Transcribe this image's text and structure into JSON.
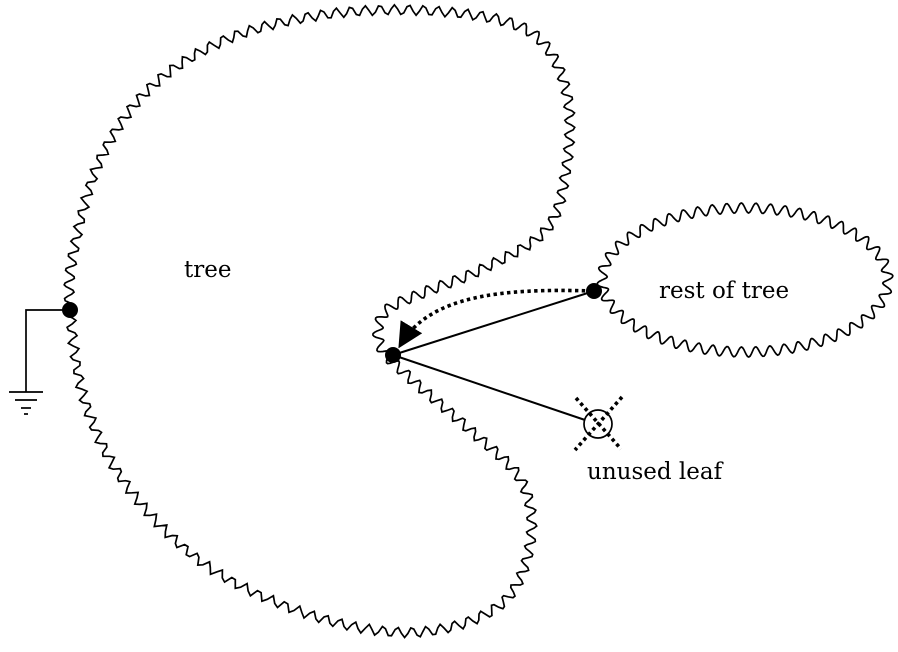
{
  "labels": {
    "tree": "tree",
    "rest_of_tree": "rest of tree",
    "unused_leaf": "unused leaf"
  },
  "icons": {
    "ground": "ground-symbol-icon",
    "crossed_out_leaf": "crossed-circle-icon",
    "move_arrow": "dotted-curved-arrow-icon"
  },
  "colors": {
    "stroke": "#000000",
    "background": "#ffffff"
  }
}
